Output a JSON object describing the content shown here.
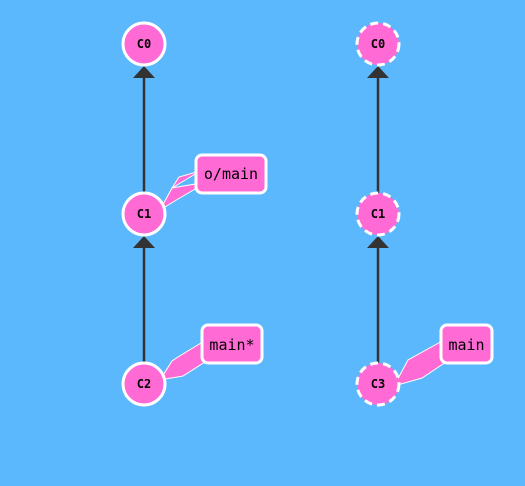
{
  "colors": {
    "background": "#5cb8fc",
    "commit_fill": "#ff6ad5",
    "commit_stroke": "#ffffff",
    "edge": "#333333",
    "branch_fill": "#ff6ad5",
    "branch_stroke": "#ffffff",
    "arrow": "#ff6ad5"
  },
  "local": {
    "commits": [
      {
        "id": "C0",
        "label": "C0",
        "parent": null
      },
      {
        "id": "C1",
        "label": "C1",
        "parent": "C0"
      },
      {
        "id": "C2",
        "label": "C2",
        "parent": "C1"
      }
    ],
    "branches": [
      {
        "name": "o/main",
        "target": "C1"
      },
      {
        "name": "main*",
        "target": "C2"
      }
    ]
  },
  "remote": {
    "commits": [
      {
        "id": "C0",
        "label": "C0",
        "parent": null
      },
      {
        "id": "C1",
        "label": "C1",
        "parent": "C0"
      },
      {
        "id": "C3",
        "label": "C3",
        "parent": "C1"
      }
    ],
    "branches": [
      {
        "name": "main",
        "target": "C3"
      }
    ]
  }
}
